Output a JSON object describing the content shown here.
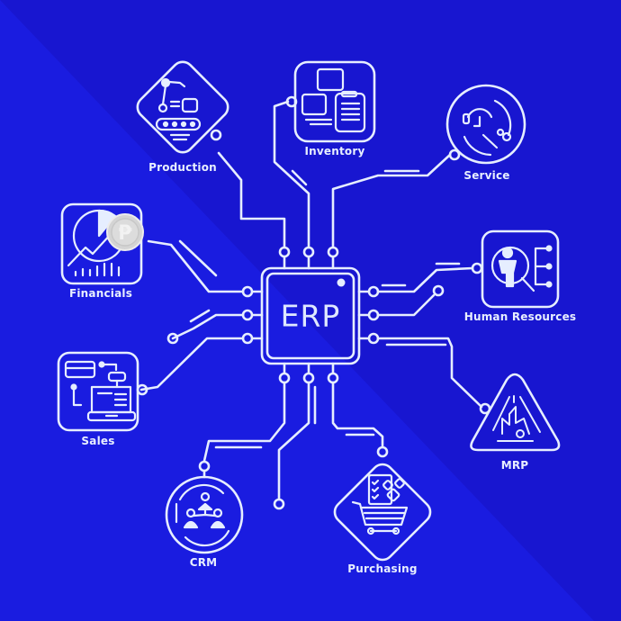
{
  "colors": {
    "background": "#1a1ce0",
    "background_dark_band": "#1714c4",
    "line": "#e6eeff",
    "coin": "#d9d9d9"
  },
  "center": {
    "label": "ERP",
    "icon": "chip-icon"
  },
  "modules": [
    {
      "id": "production",
      "label": "Production",
      "icon": "robot-arm-conveyor-icon",
      "frame": "diamond"
    },
    {
      "id": "inventory",
      "label": "Inventory",
      "icon": "boxes-clipboard-icon",
      "frame": "rounded-square"
    },
    {
      "id": "service",
      "label": "Service",
      "icon": "headset-wrench-gear-icon",
      "frame": "magnifier-circle"
    },
    {
      "id": "financials",
      "label": "Financials",
      "icon": "pie-chart-peso-coin-icon",
      "frame": "rounded-square"
    },
    {
      "id": "human_resources",
      "label": "Human Resources",
      "icon": "person-search-icon",
      "frame": "rounded-square"
    },
    {
      "id": "sales",
      "label": "Sales",
      "icon": "cash-register-card-icon",
      "frame": "rounded-square"
    },
    {
      "id": "mrp",
      "label": "MRP",
      "icon": "factory-cycle-icon",
      "frame": "triangle"
    },
    {
      "id": "crm",
      "label": "CRM",
      "icon": "people-network-icon",
      "frame": "circle"
    },
    {
      "id": "purchasing",
      "label": "Purchasing",
      "icon": "shopping-cart-checklist-icon",
      "frame": "diamond"
    }
  ]
}
